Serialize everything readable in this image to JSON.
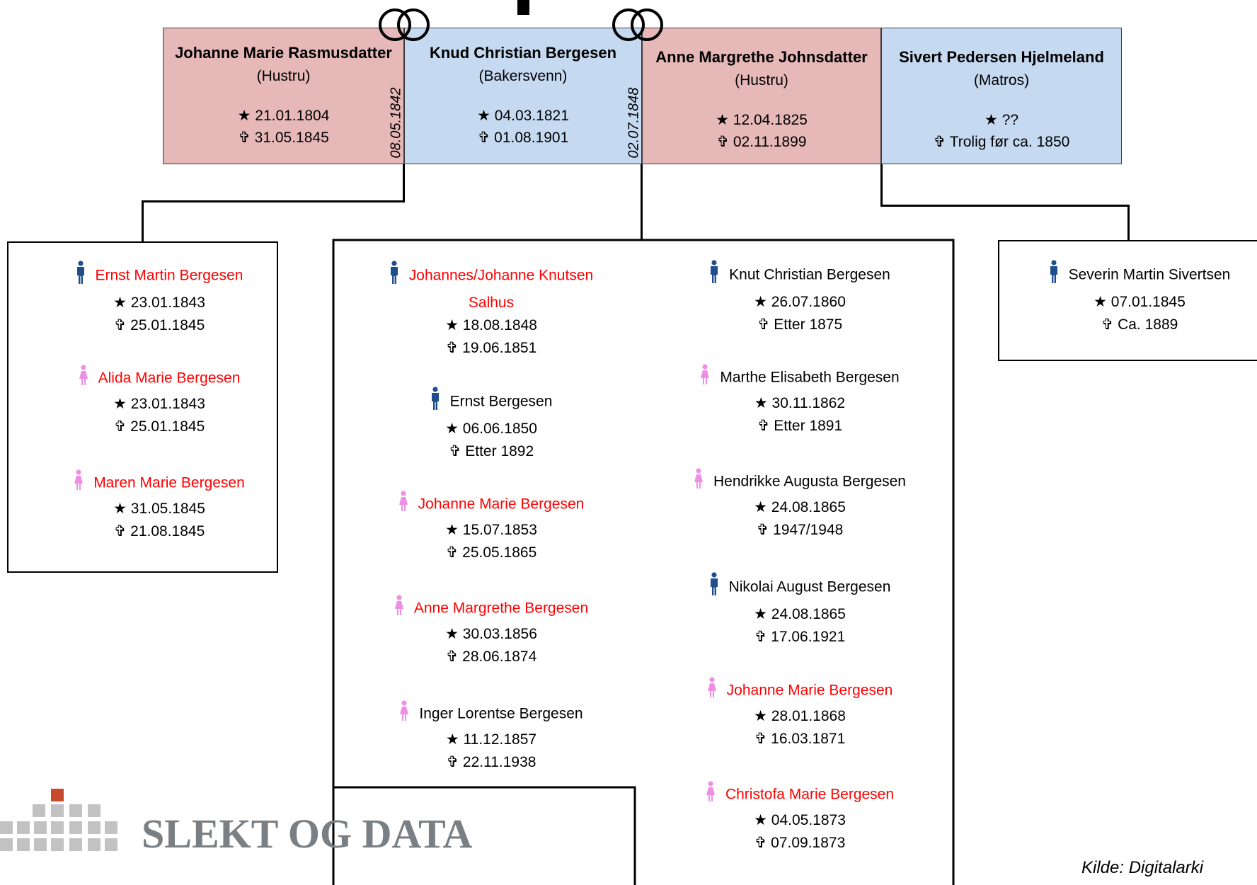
{
  "parents": [
    {
      "name": "Johanne Marie Rasmusdatter",
      "role": "(Hustru)",
      "born": "★ 21.01.1804",
      "died": "✞ 31.05.1845",
      "color": "#e6b8b8"
    },
    {
      "name": "Knud Christian Bergesen",
      "role": "(Bakersvenn)",
      "born": "★ 04.03.1821",
      "died": "✞ 01.08.1901",
      "color": "#c5d9f1"
    },
    {
      "name": "Anne Margrethe Johnsdatter",
      "role": "(Hustru)",
      "born": "★ 12.04.1825",
      "died": "✞ 02.11.1899",
      "color": "#e6b8b8"
    },
    {
      "name": "Sivert Pedersen Hjelmeland",
      "role": "(Matros)",
      "born": "★ ??",
      "died": "✞ Trolig før ca. 1850",
      "color": "#c5d9f1"
    }
  ],
  "marriages": [
    "08.05.1842",
    "02.07.1848"
  ],
  "group1": [
    {
      "name": "Ernst Martin Bergesen",
      "born": "★ 23.01.1843",
      "died": "✞ 25.01.1845",
      "icon": "male-icon",
      "color": "#ff0000"
    },
    {
      "name": "Alida Marie Bergesen",
      "born": "★ 23.01.1843",
      "died": "✞ 25.01.1845",
      "icon": "female-icon",
      "color": "#ff0000"
    },
    {
      "name": "Maren Marie Bergesen",
      "born": "★ 31.05.1845",
      "died": "✞ 21.08.1845",
      "icon": "female-icon",
      "color": "#ff0000"
    }
  ],
  "group2_left": [
    {
      "name": "Johannes/Johanne Knutsen",
      "name2": "Salhus",
      "born": "★ 18.08.1848",
      "died": "✞ 19.06.1851",
      "icon": "male-icon",
      "color": "#ff0000"
    },
    {
      "name": "Ernst Bergesen",
      "born": "★ 06.06.1850",
      "died": "✞ Etter 1892",
      "icon": "male-icon",
      "color": "#000000"
    },
    {
      "name": "Johanne Marie Bergesen",
      "born": "★ 15.07.1853",
      "died": "✞ 25.05.1865",
      "icon": "female-icon",
      "color": "#ff0000"
    },
    {
      "name": "Anne Margrethe Bergesen",
      "born": "★ 30.03.1856",
      "died": "✞ 28.06.1874",
      "icon": "female-icon",
      "color": "#ff0000"
    },
    {
      "name": "Inger Lorentse Bergesen",
      "born": "★ 11.12.1857",
      "died": "✞ 22.11.1938",
      "icon": "female-icon",
      "color": "#000000"
    }
  ],
  "group2_right": [
    {
      "name": "Knut Christian Bergesen",
      "born": "★ 26.07.1860",
      "died": "✞ Etter 1875",
      "icon": "male-icon",
      "color": "#000000"
    },
    {
      "name": "Marthe Elisabeth Bergesen",
      "born": "★ 30.11.1862",
      "died": "✞ Etter 1891",
      "icon": "female-icon",
      "color": "#000000"
    },
    {
      "name": "Hendrikke Augusta Bergesen",
      "born": "★ 24.08.1865",
      "died": "✞ 1947/1948",
      "icon": "female-icon",
      "color": "#000000"
    },
    {
      "name": "Nikolai August Bergesen",
      "born": "★ 24.08.1865",
      "died": "✞ 17.06.1921",
      "icon": "male-icon",
      "color": "#000000"
    },
    {
      "name": "Johanne Marie Bergesen",
      "born": "★ 28.01.1868",
      "died": "✞ 16.03.1871",
      "icon": "female-icon",
      "color": "#ff0000"
    },
    {
      "name": "Christofa Marie Bergesen",
      "born": "★ 04.05.1873",
      "died": "✞ 07.09.1873",
      "icon": "female-icon",
      "color": "#ff0000"
    }
  ],
  "group3": [
    {
      "name": "Severin Martin Sivertsen",
      "born": "★ 07.01.1845",
      "died": "✞ Ca. 1889",
      "icon": "male-icon",
      "color": "#000000"
    }
  ],
  "logo_text": "SLEKT OG DATA",
  "source": "Kilde: Digitalarki"
}
